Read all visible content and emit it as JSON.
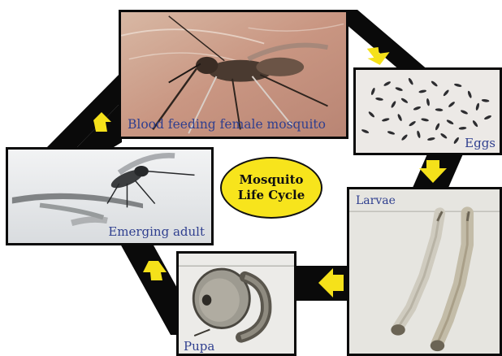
{
  "diagram": {
    "title_line1": "Mosquito",
    "title_line2": "Life Cycle",
    "stages": [
      {
        "name": "Blood feeding female mosquito"
      },
      {
        "name": "Eggs"
      },
      {
        "name": "Larvae"
      },
      {
        "name": "Pupa"
      },
      {
        "name": "Emerging adult"
      }
    ]
  },
  "colors": {
    "track": "#0a0a0a",
    "arrow": "#f5e11a",
    "title_fill": "#f7e41c",
    "caption": "#2f3f8f"
  }
}
